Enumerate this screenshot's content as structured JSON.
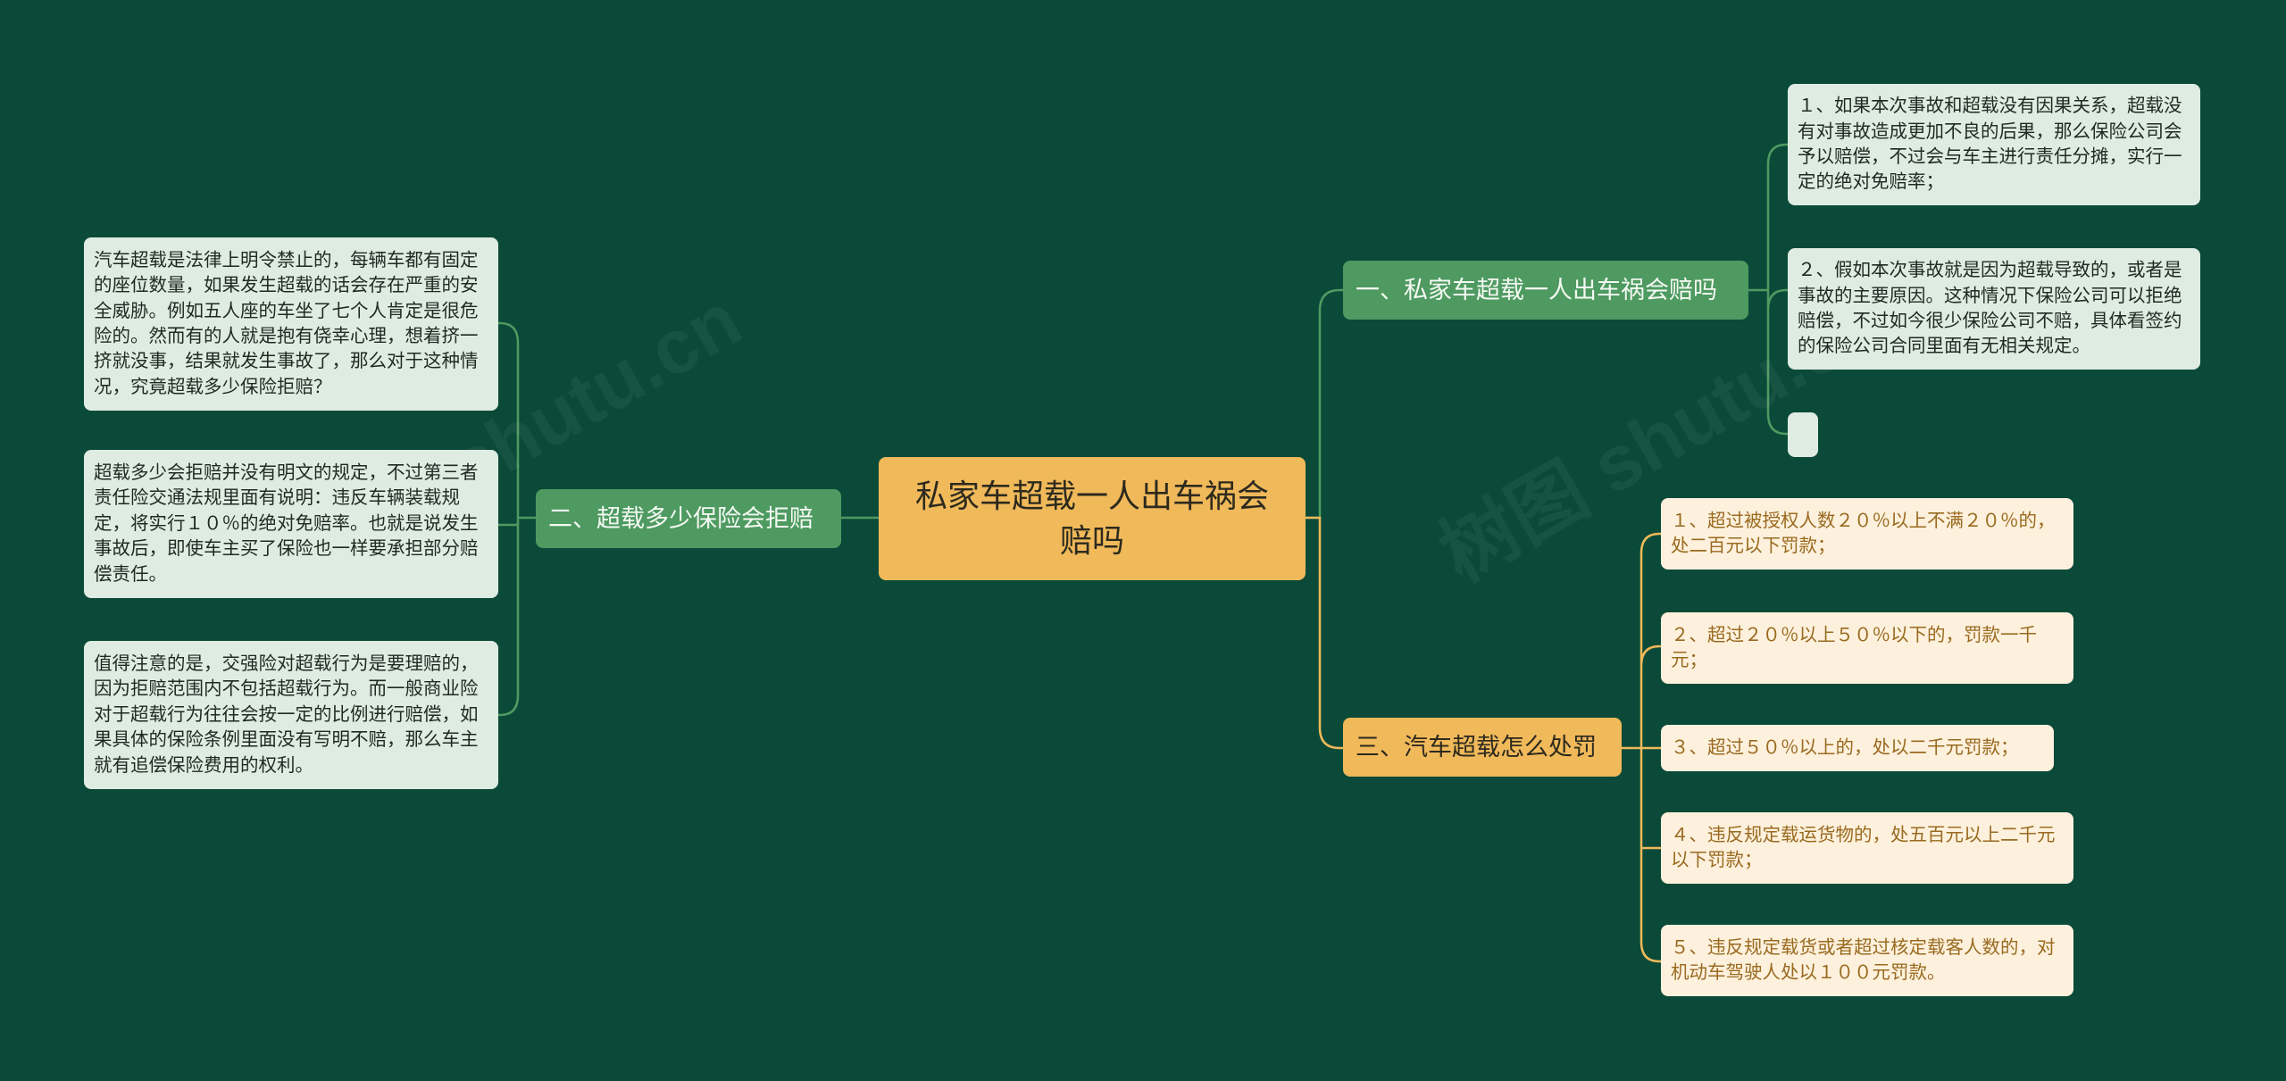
{
  "root": {
    "title": "私家车超载一人出车祸会赔吗"
  },
  "branches": {
    "one": {
      "label": "一、私家车超载一人出车祸会赔吗",
      "items": [
        "１、如果本次事故和超载没有因果关系，超载没有对事故造成更加不良的后果，那么保险公司会予以赔偿，不过会与车主进行责任分摊，实行一定的绝对免赔率；",
        "２、假如本次事故就是因为超载导致的，或者是事故的主要原因。这种情况下保险公司可以拒绝赔偿，不过如今很少保险公司不赔，具体看签约的保险公司合同里面有无相关规定。",
        ""
      ]
    },
    "two": {
      "label": "二、超载多少保险会拒赔",
      "items": [
        "汽车超载是法律上明令禁止的，每辆车都有固定的座位数量，如果发生超载的话会存在严重的安全威胁。例如五人座的车坐了七个人肯定是很危险的。然而有的人就是抱有侥幸心理，想着挤一挤就没事，结果就发生事故了，那么对于这种情况，究竟超载多少保险拒赔？",
        "超载多少会拒赔并没有明文的规定，不过第三者责任险交通法规里面有说明：违反车辆装载规定，将实行１０％的绝对免赔率。也就是说发生事故后，即使车主买了保险也一样要承担部分赔偿责任。",
        "值得注意的是，交强险对超载行为是要理赔的，因为拒赔范围内不包括超载行为。而一般商业险对于超载行为往往会按一定的比例进行赔偿，如果具体的保险条例里面没有写明不赔，那么车主就有追偿保险费用的权利。"
      ]
    },
    "three": {
      "label": "三、汽车超载怎么处罚",
      "items": [
        "１、超过被授权人数２０％以上不满２０％的，处二百元以下罚款；",
        "２、超过２０％以上５０％以下的，罚款一千元；",
        "３、超过５０％以上的，处以二千元罚款；",
        "４、违反规定载运货物的，处五百元以上二千元以下罚款；",
        "５、违反规定载货或者超过核定载客人数的，对机动车驾驶人处以１００元罚款。"
      ]
    }
  },
  "watermark": "树图 shutu.cn",
  "colors": {
    "background": "#0b4a38",
    "root": "#f0b95a",
    "green_branch": "#4e9a61",
    "green_leaf": "#dfece2",
    "cream_leaf": "#fdf1dd",
    "green_line": "#4e9a61",
    "orange_line": "#f0b95a"
  }
}
